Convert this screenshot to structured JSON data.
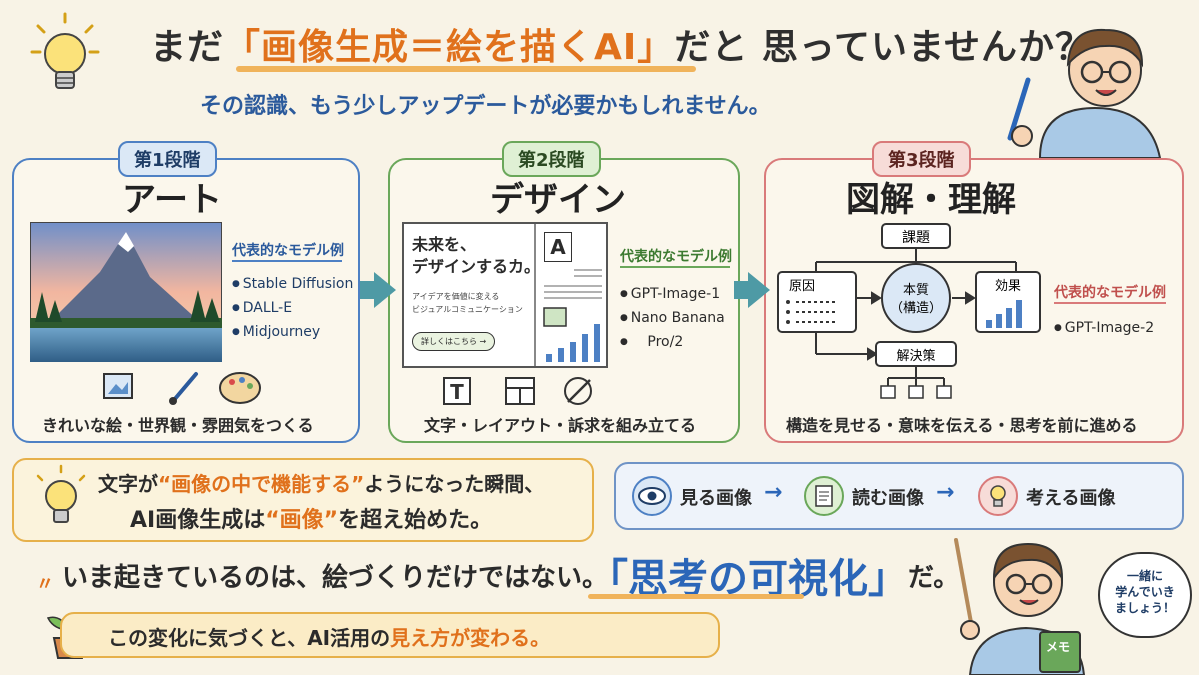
{
  "header": {
    "title_prefix": "まだ",
    "title_highlight": "画像生成＝絵を描くAI",
    "title_suffix": "だと 思っていませんか？",
    "subtitle": "その認識、もう少しアップデートが必要かもしれません。"
  },
  "stages": [
    {
      "badge": "第1段階",
      "title": "アート",
      "models_label": "代表的なモデル例",
      "models": [
        "Stable Diffusion",
        "DALL-E",
        "Midjourney"
      ],
      "footer": "きれいな絵・世界観・雰囲気をつくる",
      "icons": [
        "image-icon",
        "brush-icon",
        "palette-icon"
      ]
    },
    {
      "badge": "第2段階",
      "title": "デザイン",
      "card_headline_1": "未来を、",
      "card_headline_2": "デザインするカ。",
      "card_sub_1": "アイデアを価値に変える",
      "card_sub_2": "ビジュアルコミュニケーション",
      "card_button": "詳しくはこちら →",
      "card_letter": "A",
      "models_label": "代表的なモデル例",
      "models": [
        "GPT-Image-1",
        "Nano Banana",
        "Pro/2"
      ],
      "footer": "文字・レイアウト・訴求を組み立てる",
      "icons": [
        "text-icon",
        "layout-icon",
        "pen-icon"
      ]
    },
    {
      "badge": "第3段階",
      "title": "図解・理解",
      "diagram": {
        "top": "課題",
        "left": "原因",
        "center_1": "本質",
        "center_2": "（構造）",
        "right": "効果",
        "bottom": "解決策"
      },
      "models_label": "代表的なモデル例",
      "models": [
        "GPT-Image-2"
      ],
      "footer": "構造を見せる・意味を伝える・思考を前に進める"
    }
  ],
  "insight": {
    "line1_a": "文字が",
    "line1_hl": "“画像の中で機能する”",
    "line1_b": "ようになった瞬間、",
    "line2_a": "AI画像生成は",
    "line2_hl": "“画像”",
    "line2_b": "を超え始めた。"
  },
  "flow": {
    "step1": "見る画像",
    "step2": "読む画像",
    "step3": "考える画像"
  },
  "conclusion": {
    "lead": "いま起きているのは、絵づくりだけではない。",
    "highlight": "「思考の可視化」",
    "tail": "だ。",
    "note_a": "この変化に気づくと、AI活用の",
    "note_hl": "見え方が変わる。"
  },
  "speech_bubble": {
    "line1": "一緒に",
    "line2": "学んでいき",
    "line3": "ましょう！"
  },
  "memo_label": "メモ",
  "colors": {
    "orange": "#e0711c",
    "blue": "#2b66b8",
    "stage1": "#4d80c4",
    "stage2": "#6aa75a",
    "stage3": "#d97a7a"
  }
}
